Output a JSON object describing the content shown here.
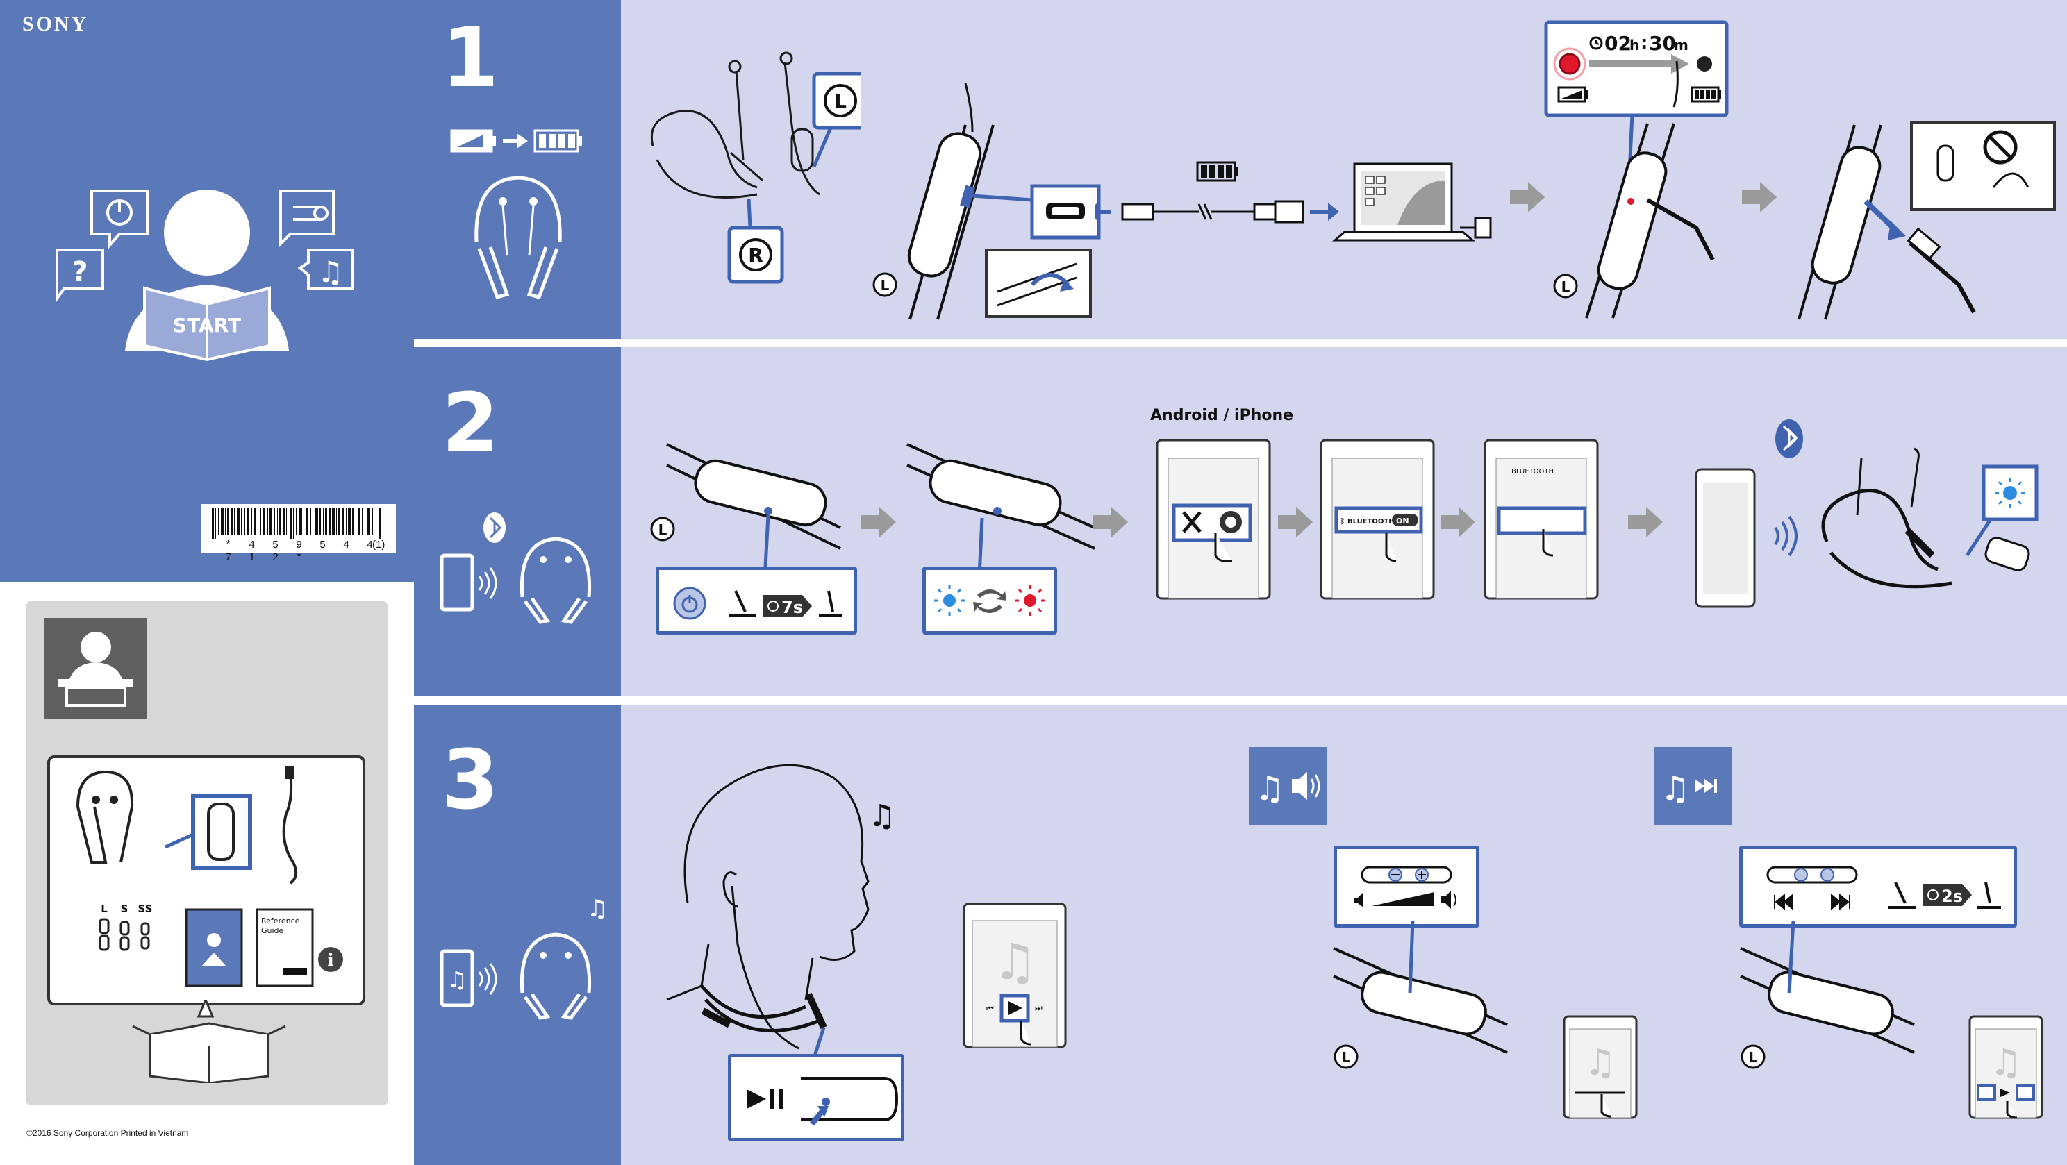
{
  "brand": {
    "logo": "SONY"
  },
  "cover": {
    "reading_label": "START"
  },
  "barcode": {
    "caption": "* 4 5 9 5 4 4 7 1 2 *",
    "suffix": "(1)"
  },
  "steps": [
    {
      "number": "1"
    },
    {
      "number": "2"
    },
    {
      "number": "3"
    }
  ],
  "step1": {
    "earbud_left": "L",
    "earbud_right": "R",
    "unit_side": "L",
    "unit_side2": "L",
    "charge_time": {
      "hours": "02",
      "h_unit": "h",
      "sep": ":",
      "minutes": "30",
      "m_unit": "m"
    }
  },
  "step2": {
    "unit_side": "L",
    "hold_seconds": "7s",
    "platform_label": "Android / iPhone",
    "bluetooth_label": "BLUETOOTH",
    "on_label": "ON",
    "bluetooth_header": "BLUETOOTH"
  },
  "step3": {
    "unit_side_a": "L",
    "unit_side_b": "L",
    "hold_seconds": "2s"
  },
  "package": {
    "tip_sizes": [
      "L",
      "S",
      "SS"
    ],
    "reference_guide": "Reference Guide"
  },
  "colors": {
    "panel_blue": "#5b78b8",
    "page_lavender": "#d4d6ee",
    "accent_blue": "#3f63b0",
    "led_red": "#e0182c",
    "led_blue": "#2c8de0"
  },
  "footer": {
    "copyright": "©2016 Sony Corporation Printed in Vietnam"
  }
}
